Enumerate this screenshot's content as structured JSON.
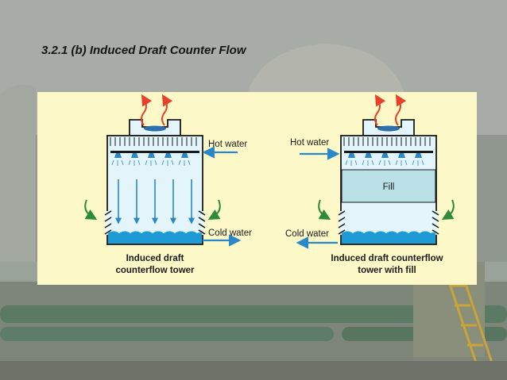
{
  "slide": {
    "title": "3.2.1 (b)  Induced Draft  Counter Flow"
  },
  "diagram": {
    "left_tower": {
      "hot_water_label": "Hot water",
      "cold_water_label": "Cold water",
      "caption_line1": "Induced draft",
      "caption_line2": "counterflow  tower"
    },
    "right_tower": {
      "hot_water_label": "Hot water",
      "cold_water_label": "Cold water",
      "fill_label": "Fill",
      "caption_line1": "Induced draft counterflow",
      "caption_line2": "tower with fill"
    }
  },
  "colors": {
    "diagram_background": "#fdf8c8",
    "tower_interior": "#e3f5fb",
    "fill_media": "#b8e0e6",
    "water_basin": "#1e9ad4",
    "flow_arrow": "#2a87c8",
    "air_in_arrow": "#2e8b3a",
    "exhaust_arrow": "#e8402a"
  }
}
